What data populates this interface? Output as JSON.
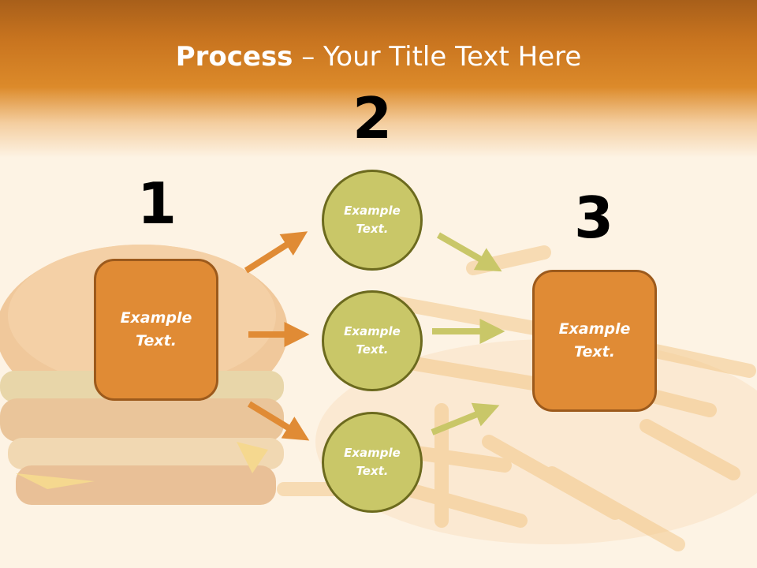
{
  "title": {
    "bold": "Process",
    "rest": " – Your Title Text Here"
  },
  "steps": {
    "one": "1",
    "two": "2",
    "three": "3"
  },
  "boxes": {
    "left": [
      "Example",
      "Text."
    ],
    "right": [
      "Example",
      "Text."
    ]
  },
  "circles": {
    "top": [
      "Example",
      "Text."
    ],
    "middle": [
      "Example",
      "Text."
    ],
    "bottom": [
      "Example",
      "Text."
    ]
  },
  "colors": {
    "orange_box": "#e08b35",
    "olive_circle": "#c9c768",
    "header": "#dc8a2a"
  }
}
